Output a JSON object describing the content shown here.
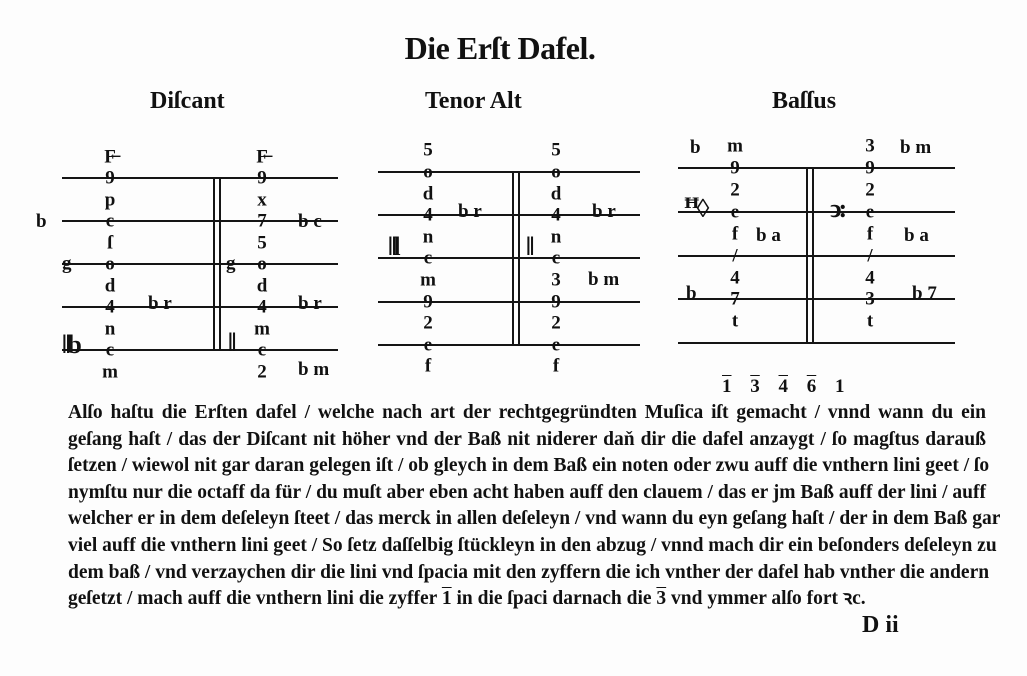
{
  "title": "Die Erſt Dafel.",
  "staves": [
    {
      "heading": "Diſcant",
      "left_column": [
        "F̶",
        "9",
        "p",
        "c",
        "ſ",
        "o",
        "d",
        "4",
        "n",
        "c",
        "m"
      ],
      "right_column": [
        "F̶",
        "9",
        "x",
        "7",
        "5",
        "o",
        "d",
        "4",
        "m",
        "c",
        "2"
      ],
      "extras": {
        "b_left": "b",
        "g_left": "g",
        "br_left": "b r",
        "clef_left": "‖b",
        "bc_right": "b c",
        "g_mid": "g",
        "br_right": "b r",
        "clef_right": "‖",
        "bm_right": "b m"
      }
    },
    {
      "heading": "Tenor Alt",
      "left_column": [
        "5",
        "o",
        "d",
        "4",
        "n",
        "c",
        "m",
        "9",
        "2",
        "e",
        "f"
      ],
      "right_column": [
        "5",
        "o",
        "d",
        "4",
        "n",
        "c",
        "3",
        "9",
        "2",
        "e",
        "f"
      ],
      "extras": {
        "br_left": "b r",
        "clef_left": "‖l",
        "br_right": "b r",
        "clef_right": "‖",
        "bm_right": "b m"
      }
    },
    {
      "heading": "Baſſus",
      "left_column": [
        "m",
        "9",
        "2",
        "e",
        "f",
        "/",
        "4",
        "7",
        "t"
      ],
      "right_column": [
        "3",
        "9",
        "2",
        "e",
        "f",
        "/",
        "4",
        "3",
        "t"
      ],
      "extras": {
        "b_top_left": "b",
        "bm_top_right": "b m",
        "clef_left": "ꟸ◊",
        "clef_right": "ↄ:",
        "ba_left": "b a",
        "ba_right": "b a",
        "b_low_left": "b",
        "b7_right": "b 7"
      }
    }
  ],
  "bass_numbers": [
    "1",
    "3",
    "4",
    "6",
    "1"
  ],
  "body_lines": [
    "Alſo haſtu die Erſten dafel / welche nach art der rechtgegründten Muſica iſt gemacht / vnnd wann du ein",
    "geſang haſt / das der Diſcant nit höher vnd der Baß nit niderer daň dir die dafel anzaygt / ſo magſtus darauß",
    "ſetzen / wiewol nit gar daran gelegen iſt / ob gleych in dem Baß ein noten oder zwu auff die vnthern lini geet / ſo",
    "nymſtu nur die octaff da für / du muſt aber eben acht haben auff den clauem / das er jm Baß auff der lini / auff",
    "welcher er in dem deſeleyn ſteet / das merck in allen deſeleyn / vnd wann du eyn geſang haſt / der in dem Baß gar",
    "viel auff die vnthern lini geet / So ſetz daſſelbig ſtückleyn in den abzug / vnnd mach dir ein beſonders deſeleyn zu",
    "dem baß / vnd verzaychen dir die lini vnd ſpacia mit den zyffern die ich vnther der dafel hab vnther die andern"
  ],
  "last_line": {
    "before": "geſetzt / mach auff die vnthern lini die zyffer ",
    "digit1": "1",
    "middle": " in die ſpaci darnach die ",
    "digit2": "3",
    "after": " vnd ymmer alſo fort ꝛc."
  },
  "signature": "D ii"
}
